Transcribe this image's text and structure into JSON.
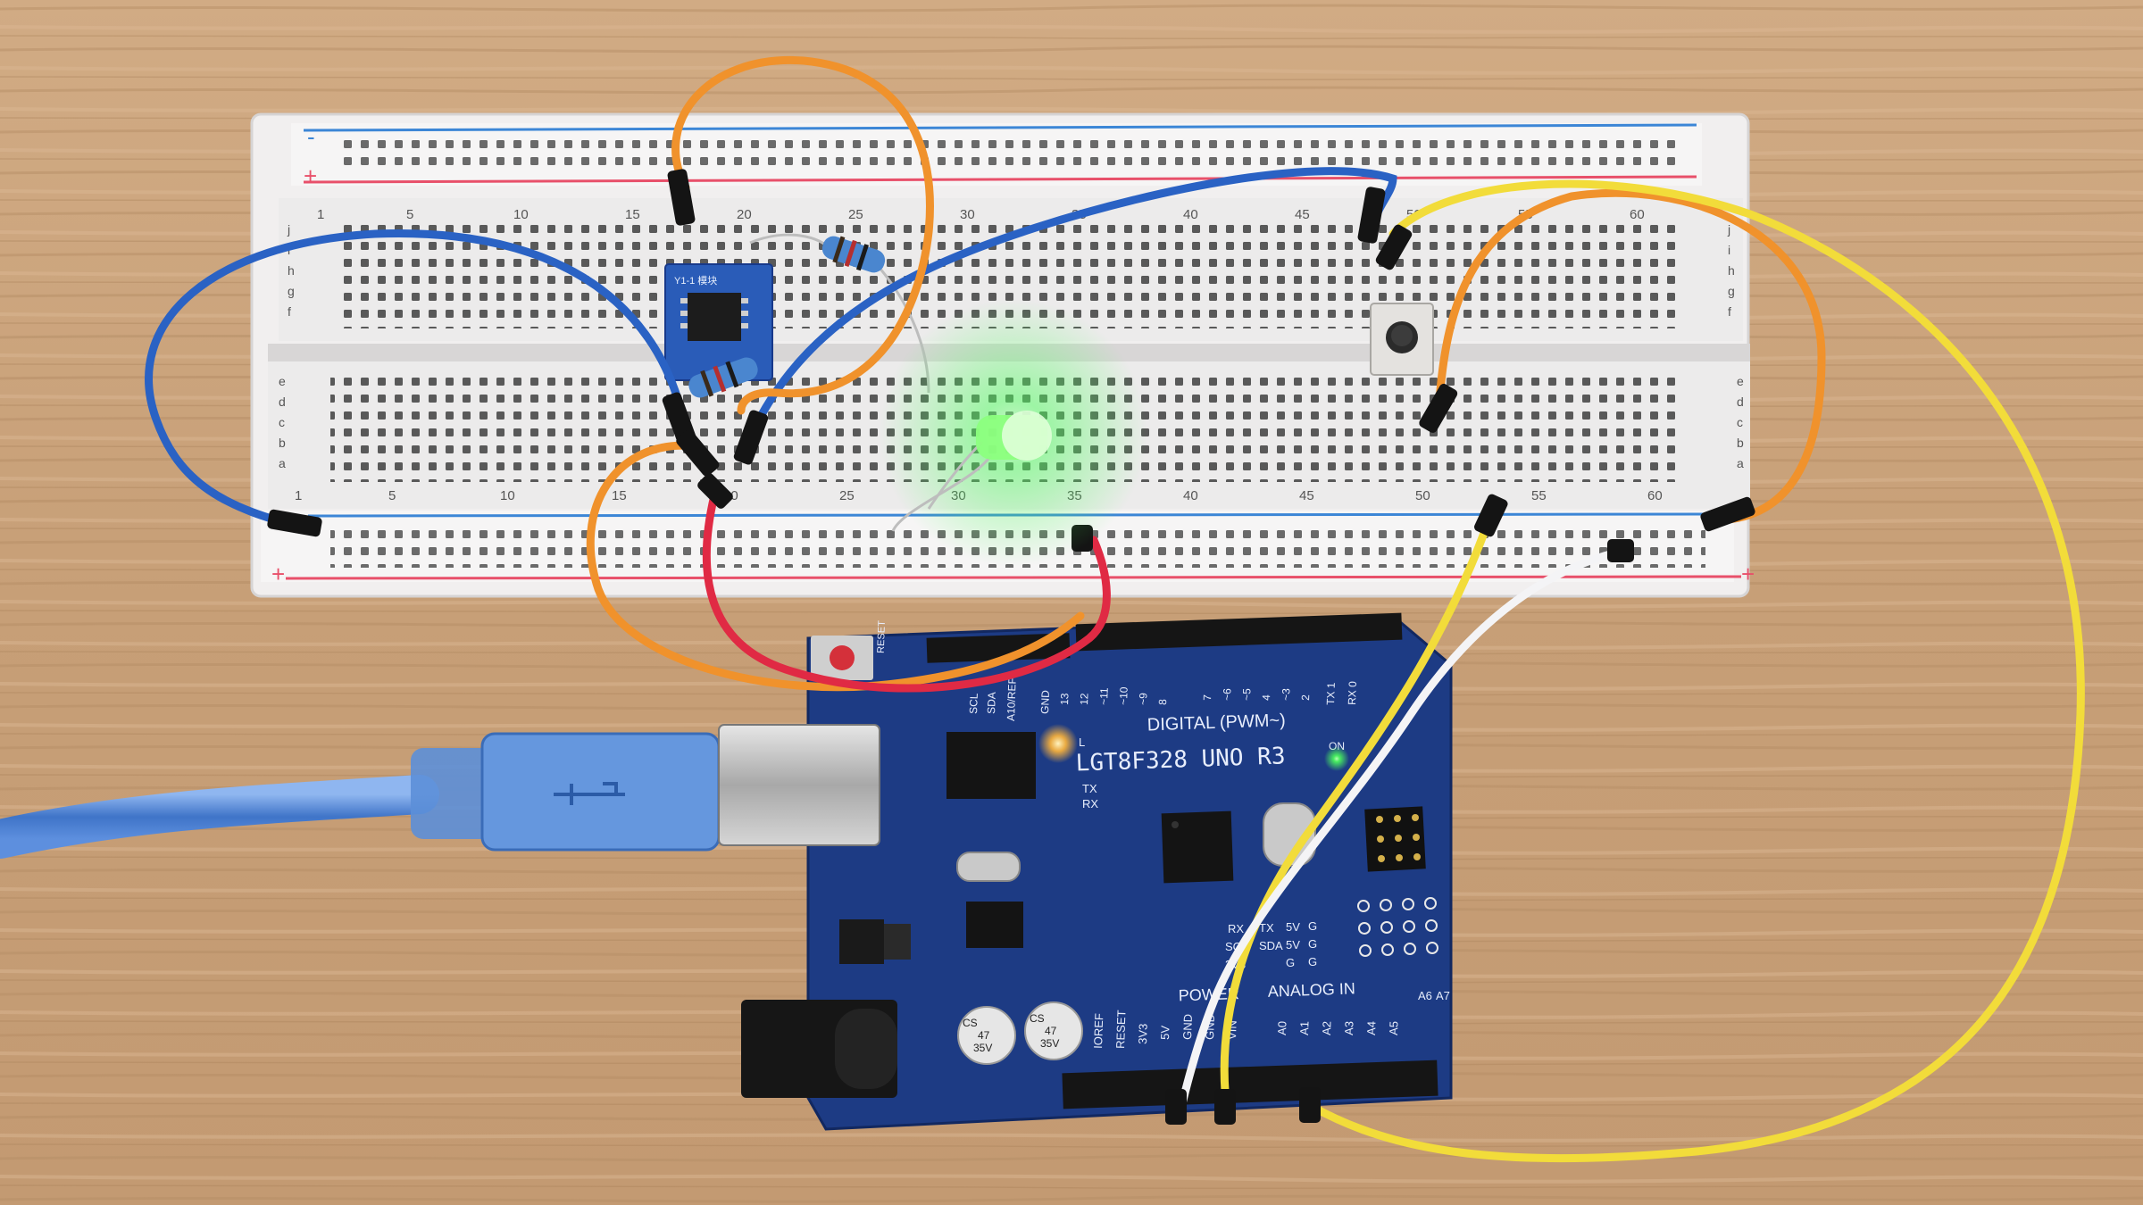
{
  "breadboard": {
    "column_numbers_top": [
      "1",
      "5",
      "10",
      "15",
      "20",
      "25",
      "30",
      "35",
      "40",
      "45",
      "50",
      "55",
      "60"
    ],
    "column_numbers_bottom": [
      "1",
      "5",
      "10",
      "15",
      "20",
      "25",
      "30",
      "35",
      "40",
      "45",
      "50",
      "55",
      "60"
    ],
    "row_letters_top": [
      "j",
      "i",
      "h",
      "g",
      "f"
    ],
    "row_letters_bottom": [
      "e",
      "d",
      "c",
      "b",
      "a"
    ],
    "rail_plus": "+",
    "rail_minus": "-"
  },
  "arduino": {
    "model_label": "LGT8F328 UNO R3",
    "digital_label": "DIGITAL (PWM~)",
    "power_label": "POWER",
    "analog_label": "ANALOG IN",
    "header_top_labels": [
      "SCL",
      "SDA",
      "A10/REF",
      "GND",
      "13",
      "12",
      "~11",
      "~10",
      "~9",
      "8",
      "7",
      "~6",
      "~5",
      "4",
      "~3",
      "2",
      "TX 1",
      "RX 0"
    ],
    "header_bottom_labels": [
      "IOREF",
      "RESET",
      "3V3",
      "5V",
      "GND",
      "GND",
      "VIN",
      "A0",
      "A1",
      "A2",
      "A3",
      "A4",
      "A5",
      "A6",
      "A7"
    ],
    "led_labels": [
      "L",
      "TX",
      "RX"
    ],
    "on_label": "ON",
    "reset_label": "RESET",
    "cap_labels": [
      "CS",
      "47",
      "35V"
    ],
    "icsp_labels": [
      "RX",
      "TX",
      "5V",
      "G",
      "SCL",
      "SDA",
      "5V",
      "G",
      "3V3",
      "G",
      "G"
    ]
  },
  "module": {
    "label": "Y1-1 模块"
  },
  "colors": {
    "wood": "#c9a27a",
    "breadboard": "#eceaea",
    "rail_red": "#e8506a",
    "rail_blue": "#3c86d6",
    "pcb": "#1d3b84",
    "wire_blue": "#2a62c4",
    "wire_orange": "#f0922c",
    "wire_yellow": "#f2dc3a",
    "wire_red": "#e02a44",
    "wire_white": "#f4f4f6",
    "led_green": "#4cff5c",
    "usb_cable": "#4f86d8"
  }
}
